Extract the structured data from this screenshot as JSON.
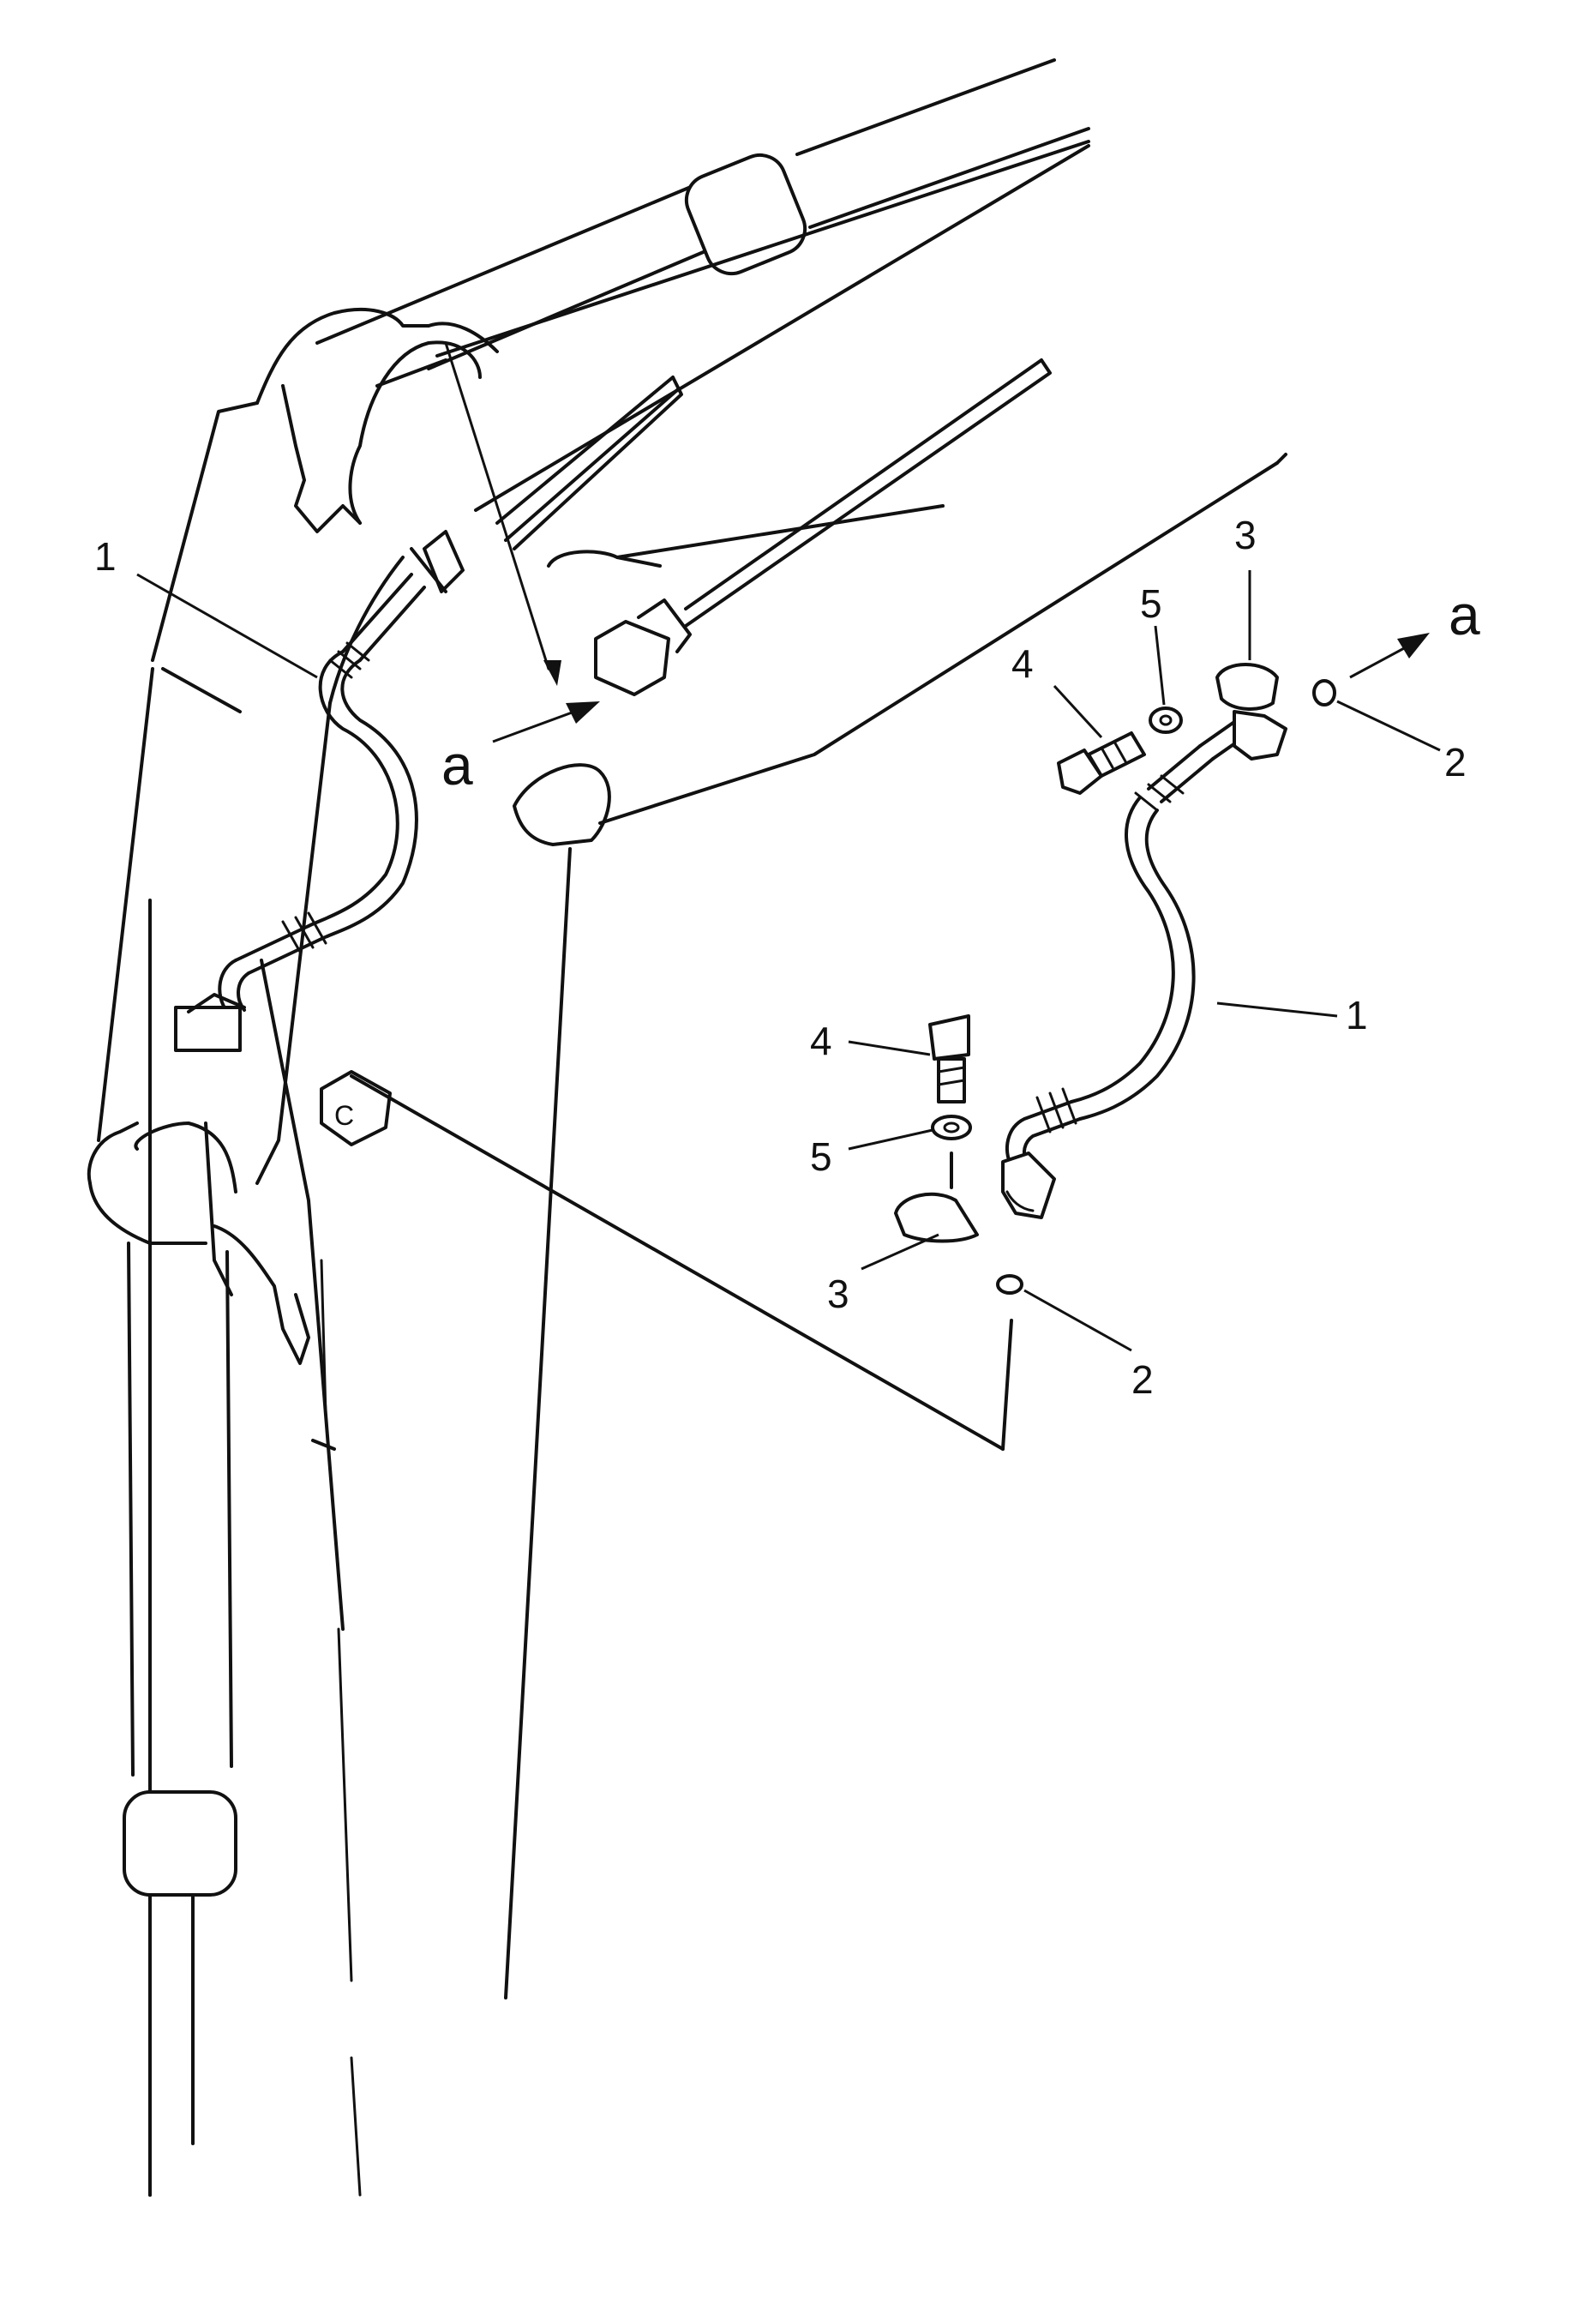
{
  "diagram": {
    "callouts": {
      "left_hose": "1",
      "detail_hose": "1",
      "oring_top": "2",
      "oring_bottom": "2",
      "clamp_top": "3",
      "clamp_bottom": "3",
      "bolt_top": "4",
      "bolt_bottom": "4",
      "washer_top": "5",
      "washer_bottom": "5"
    },
    "section_arrows": {
      "left": "a",
      "right": "a"
    },
    "fitting_marking": "C"
  }
}
